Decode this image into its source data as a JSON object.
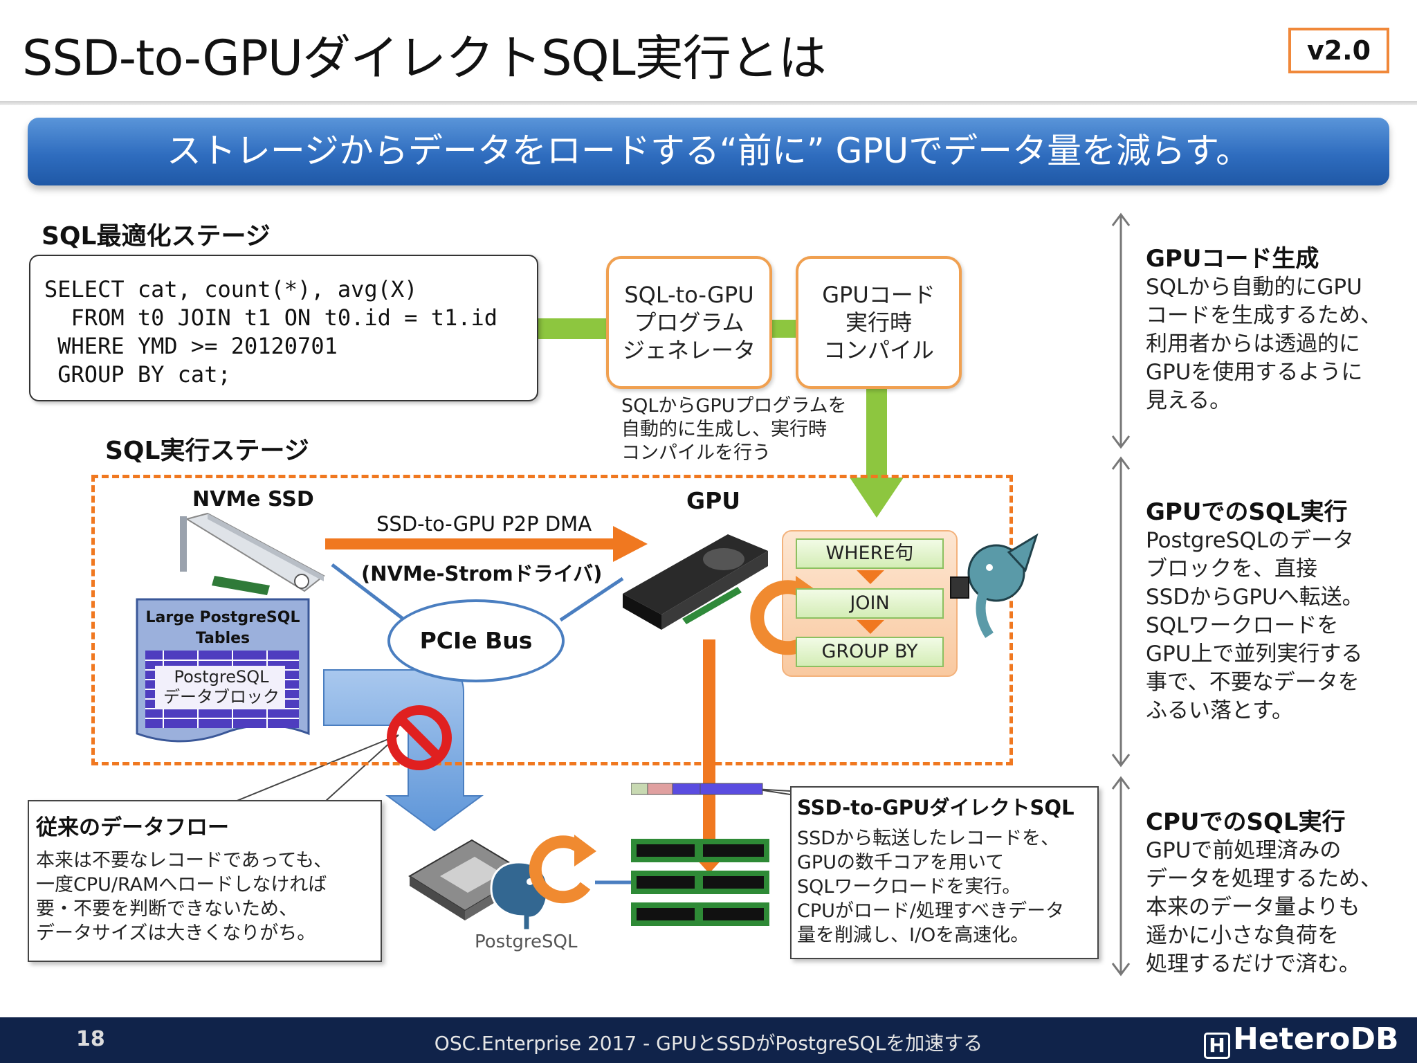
{
  "header": {
    "title": "SSD-to-GPUダイレクトSQL実行とは",
    "version": "v2.0"
  },
  "banner": {
    "text": "ストレージからデータをロードする“前に” GPUでデータ量を減らす。"
  },
  "sql_stage": {
    "label": "SQL最適化ステージ",
    "query_lines": [
      "SELECT cat, count(*), avg(X)",
      "  FROM t0 JOIN t1 ON t0.id = t1.id",
      " WHERE YMD >= 20120701",
      " GROUP BY cat;"
    ],
    "generator_lines": [
      "SQL-to-GPU",
      "プログラム",
      "ジェネレータ"
    ],
    "compile_lines": [
      "GPUコード",
      "実行時",
      "コンパイル"
    ],
    "note_lines": [
      "SQLからGPUプログラムを",
      "自動的に生成し、実行時",
      "コンパイルを行う"
    ]
  },
  "exec_stage": {
    "label": "SQL実行ステージ",
    "nvme_label": "NVMe SSD",
    "gpu_label": "GPU",
    "dma_label": "SSD-to-GPU P2P DMA",
    "driver_label": "(NVMe-Stromドライバ)",
    "pcie_label": "PCIe Bus",
    "tables_label_lines": [
      "Large PostgreSQL",
      "Tables"
    ],
    "block_label_lines": [
      "PostgreSQL",
      "データブロック"
    ],
    "steps": [
      "WHERE句",
      "JOIN",
      "GROUP BY"
    ],
    "postgres_label": "PostgreSQL"
  },
  "legacy_callout": {
    "title": "従来のデータフロー",
    "lines": [
      "本来は不要なレコードであっても、",
      "一度CPU/RAMへロードしなければ",
      "要・不要を判断できないため、",
      "データサイズは大きくなりがち。"
    ]
  },
  "direct_callout": {
    "title": "SSD-to-GPUダイレクトSQL",
    "lines": [
      "SSDから転送したレコードを、",
      "GPUの数千コアを用いて",
      "SQLワークロードを実行。",
      "CPUがロード/処理すべきデータ",
      "量を削減し、I/Oを高速化。"
    ]
  },
  "side": [
    {
      "title": "GPUコード生成",
      "lines": [
        "SQLから自動的にGPU",
        "コードを生成するため、",
        "利用者からは透過的に",
        "GPUを使用するように",
        "見える。"
      ]
    },
    {
      "title": "GPUでのSQL実行",
      "lines": [
        "PostgreSQLのデータ",
        "ブロックを、直接",
        "SSDからGPUへ転送。",
        "SQLワークロードを",
        "GPU上で並列実行する",
        "事で、不要なデータを",
        "ふるい落とす。"
      ]
    },
    {
      "title": "CPUでのSQL実行",
      "lines": [
        "GPUで前処理済みの",
        "データを処理するため、",
        "本来のデータ量よりも",
        "遥かに小さな負荷を",
        "処理するだけで済む。"
      ]
    }
  ],
  "footer": {
    "page": "18",
    "event": "OSC.Enterprise 2017 - GPUとSSDがPostgreSQLを加速する",
    "logo": "HeteroDB",
    "logo_mark": "H"
  },
  "colors": {
    "accent_orange": "#f07820",
    "banner_blue": "#2f6dbf",
    "arrow_green": "#8dc63f",
    "footer_navy": "#10234a"
  },
  "icons": [
    "nvme-ssd-card-icon",
    "gpu-card-icon",
    "cpu-chip-icon",
    "elephant-mascot-icon",
    "postgresql-elephant-icon",
    "prohibited-icon",
    "memory-module-icon"
  ]
}
